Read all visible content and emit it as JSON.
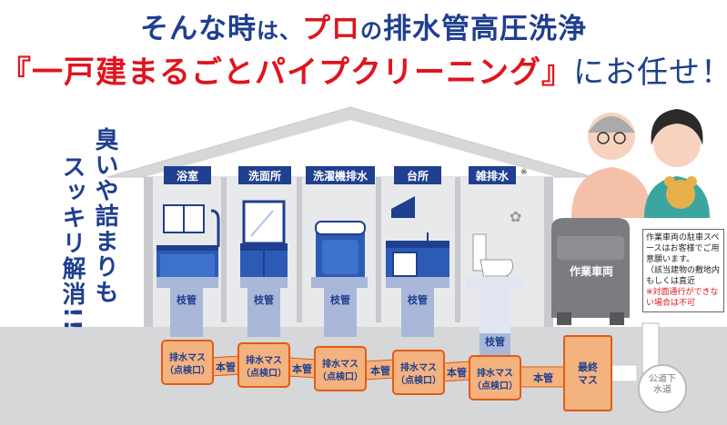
{
  "headline": {
    "line1_a": "そんな時",
    "line1_b": "は、",
    "line1_c": "プロ",
    "line1_d": "の",
    "line1_e": "排水管高圧洗浄",
    "line2_a": "『一戸建まるごとパイプクリーニング』",
    "line2_b": "にお任せ！"
  },
  "side_text": {
    "col1": "臭いや詰まりも",
    "col2": "スッキリ解消!!"
  },
  "rooms": [
    {
      "label": "浴室",
      "pipe": "枝管"
    },
    {
      "label": "洗面所",
      "pipe": "枝管"
    },
    {
      "label": "洗濯機排水",
      "pipe": "枝管"
    },
    {
      "label": "台所",
      "pipe": "枝管"
    },
    {
      "label": "雑排水",
      "pipe": "枝管",
      "mark": "※"
    }
  ],
  "mas_label": "排水マス",
  "mas_sub": "（点検口）",
  "honkan": "本管",
  "final_mas": "最終マス",
  "truck_label": "作業車両",
  "public_sewer": "公道下水道",
  "note": {
    "line1": "作業車両の駐車スペースはお客様でご用意願います。",
    "line2": "（該当建物の敷地内もしくは直近",
    "warn": "※対面通行ができない場合は不可"
  },
  "colors": {
    "navy": "#1f3f8f",
    "red": "#e0141e",
    "house": "#d6d7d9",
    "pipe_blue": "#a9b8d8",
    "mas_orange": "#f4b27f",
    "mas_border": "#e25c12"
  }
}
